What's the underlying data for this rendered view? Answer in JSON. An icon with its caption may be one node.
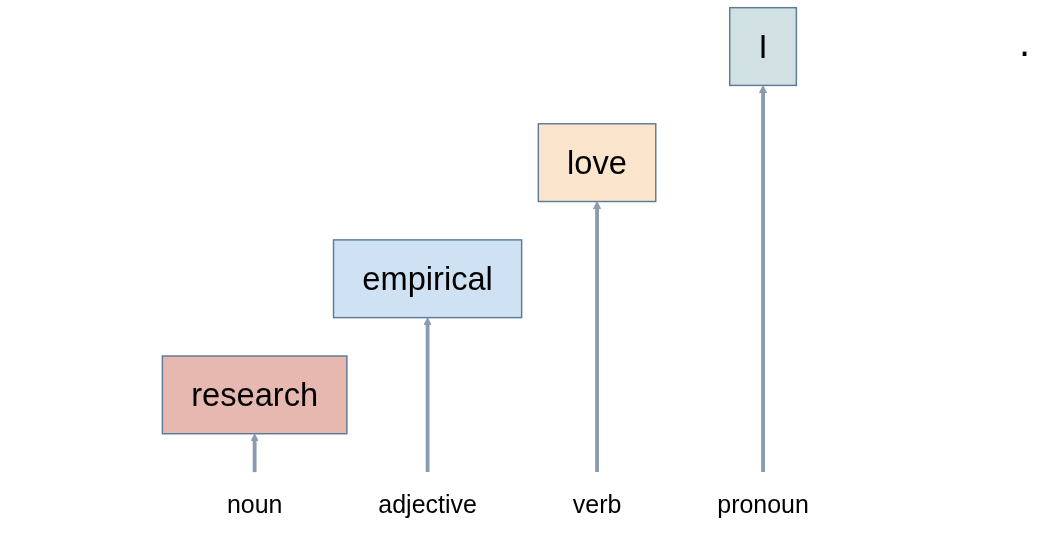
{
  "diagram": {
    "nodes": [
      {
        "text": [
          "I"
        ]
      },
      {
        "text": [
          "love"
        ]
      },
      {
        "text": [
          "empirical"
        ]
      },
      {
        "text": [
          "research"
        ]
      },
      {
        "text": [
          "pronoun"
        ]
      },
      {
        "text": [
          "verb"
        ]
      },
      {
        "text": [
          "adjective"
        ]
      },
      {
        "text": [
          "noun"
        ]
      }
    ],
    "edges": [
      {
        "from": 4,
        "to": 0,
        "arrow": "to"
      },
      {
        "from": 5,
        "to": 1,
        "arrow": "to"
      },
      {
        "from": 6,
        "to": 2,
        "arrow": "to"
      },
      {
        "from": 7,
        "to": 3,
        "arrow": "to"
      }
    ],
    "labels": [
      "."
    ]
  }
}
